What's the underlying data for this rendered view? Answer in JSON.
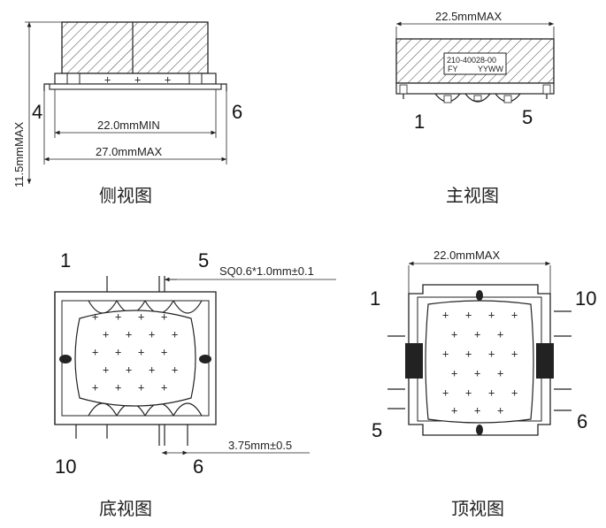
{
  "side_view": {
    "dim_height": "11.5mmMAX",
    "dim_inner": "22.0mmMIN",
    "dim_outer": "27.0mmMAX",
    "pin_left": "4",
    "pin_right": "6",
    "caption": "侧视图"
  },
  "front_view": {
    "dim_width": "22.5mmMAX",
    "label_line1": "210-40028-00",
    "label_line2_left": "FY",
    "label_line2_right": "YYWW",
    "pin_left": "1",
    "pin_right": "5",
    "caption": "主视图"
  },
  "bottom_view": {
    "pin_top_left": "1",
    "pin_top_right": "5",
    "pin_bottom_left": "10",
    "pin_bottom_right": "6",
    "dim_pin": "SQ0.6*1.0mm±0.1",
    "dim_pitch": "3.75mm±0.5",
    "caption": "底视图"
  },
  "top_view": {
    "dim_width": "22.0mmMAX",
    "pin_top_left": "1",
    "pin_bottom_left": "5",
    "pin_top_right": "10",
    "pin_bottom_right": "6",
    "caption": "顶视图"
  }
}
